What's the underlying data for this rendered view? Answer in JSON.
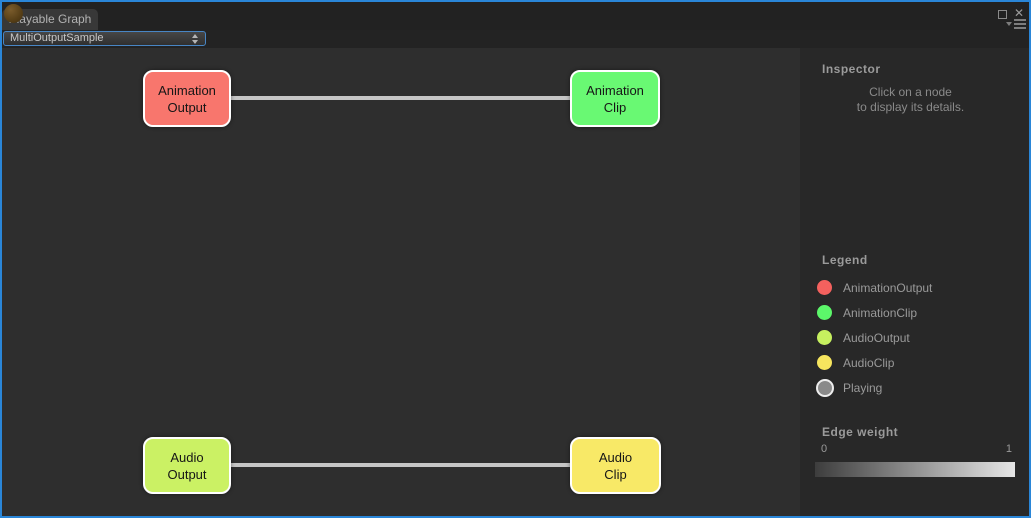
{
  "colors": {
    "window_outline": "#2a86d8",
    "dropdown_focus": "#4886c5",
    "graph_background": "#2e2e2e",
    "panel_background": "#282828"
  },
  "window": {
    "tab_title": "Playable Graph",
    "controls": {
      "maximize": "",
      "close": "✕"
    }
  },
  "toolbar": {
    "graph_selector": {
      "value": "MultiOutputSample"
    }
  },
  "graph": {
    "nodes": [
      {
        "id": "animation-output",
        "label_line1": "Animation",
        "label_line2": "Output",
        "color": "#f8766d"
      },
      {
        "id": "animation-clip",
        "label_line1": "Animation",
        "label_line2": "Clip",
        "color": "#69f973"
      },
      {
        "id": "audio-output",
        "label_line1": "Audio",
        "label_line2": "Output",
        "color": "#cbf164"
      },
      {
        "id": "audio-clip",
        "label_line1": "Audio",
        "label_line2": "Clip",
        "color": "#f8e967"
      }
    ],
    "edges": [
      {
        "from": "animation-output",
        "to": "animation-clip",
        "color": "#c6c6c6"
      },
      {
        "from": "audio-output",
        "to": "audio-clip",
        "color": "#c6c6c6"
      }
    ]
  },
  "inspector": {
    "title": "Inspector",
    "hint_line1": "Click on a node",
    "hint_line2": "to display its details."
  },
  "legend": {
    "title": "Legend",
    "items": [
      {
        "label": "AnimationOutput",
        "color": "#f4615e"
      },
      {
        "label": "AnimationClip",
        "color": "#5cf76a"
      },
      {
        "label": "AudioOutput",
        "color": "#c6f05f"
      },
      {
        "label": "AudioClip",
        "color": "#f6e55e"
      },
      {
        "label": "Playing",
        "color": "#8a8a8a"
      }
    ]
  },
  "edge_weight": {
    "title": "Edge weight",
    "min": "0",
    "max": "1"
  }
}
